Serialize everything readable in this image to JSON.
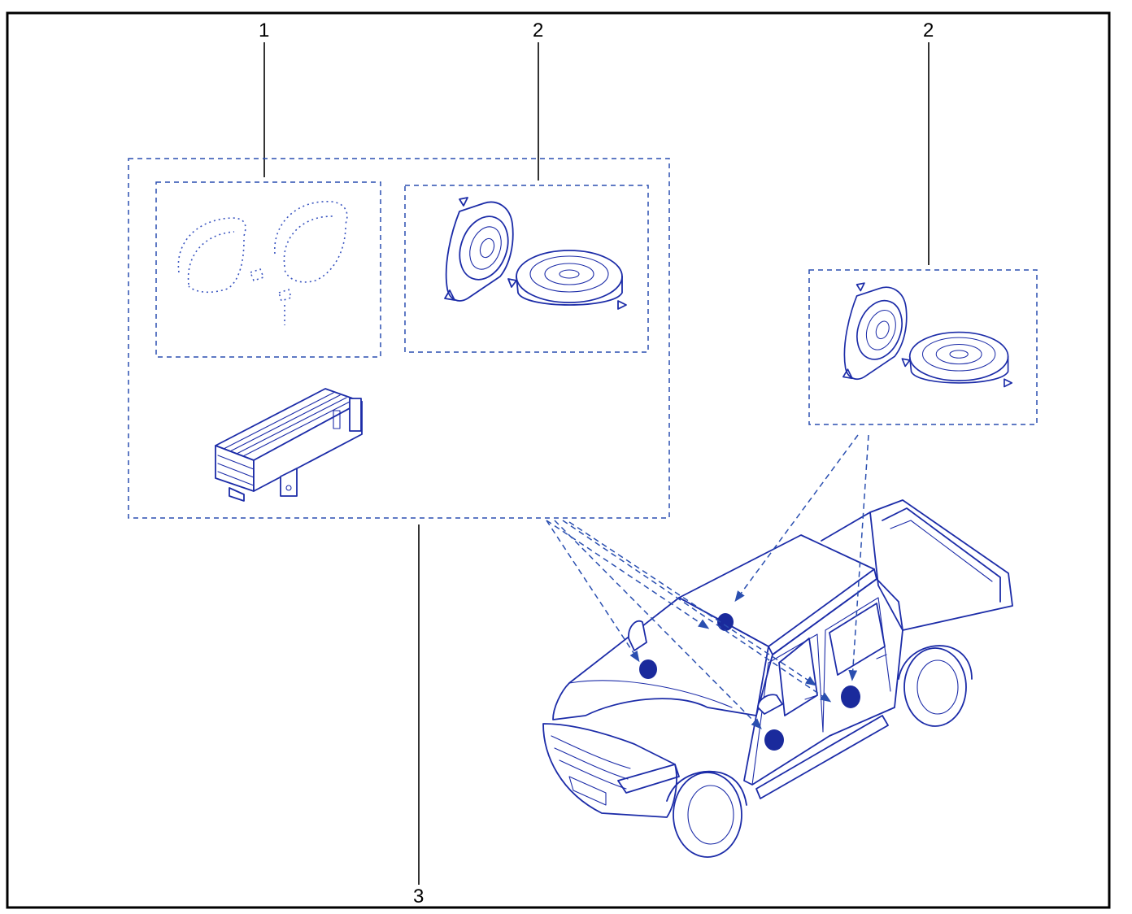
{
  "callouts": {
    "c1": "1",
    "c2a": "2",
    "c2b": "2",
    "c3": "3"
  },
  "colors": {
    "ink": "#1c2ca8",
    "dashed": "#2a4fb0",
    "frame": "#000000"
  }
}
